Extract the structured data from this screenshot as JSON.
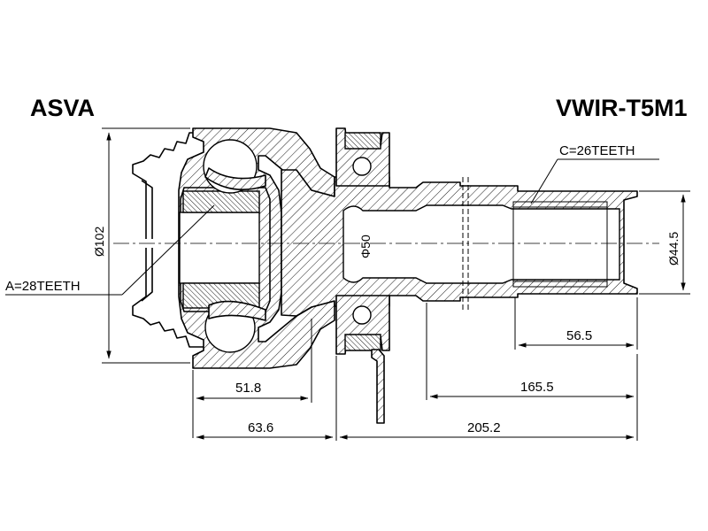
{
  "brand": "ASVA",
  "part_number": "VWIR-T5M1",
  "callouts": {
    "a_teeth": "A=28TEETH",
    "c_teeth": "C=26TEETH"
  },
  "dimensions": {
    "outer_diameter": "Ø102",
    "shaft_diameter": "Ø44.5",
    "body_diameter": "Φ50",
    "d_51_8": "51.8",
    "d_63_6": "63.6",
    "d_56_5": "56.5",
    "d_165_5": "165.5",
    "d_205_2": "205.2"
  }
}
